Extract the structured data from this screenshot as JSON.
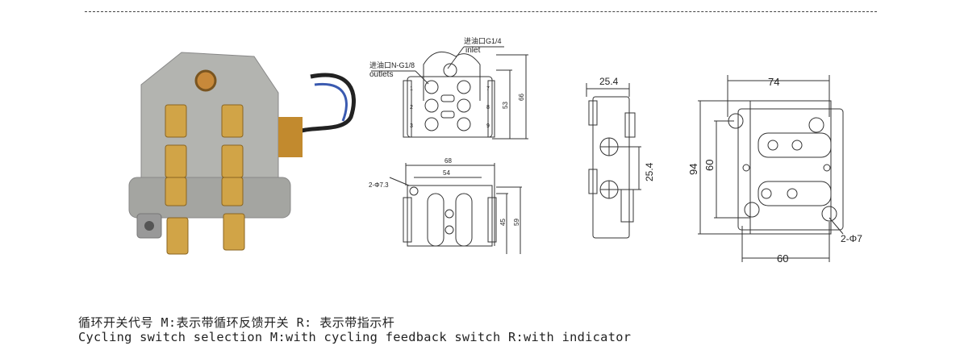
{
  "drawing_a": {
    "inlet_cn": "进油口G1/4",
    "inlet_en": "inlet",
    "outlet_cn": "进油口N-G1/8",
    "outlet_en": "outlets",
    "ports": [
      "1",
      "2",
      "3",
      "7",
      "8",
      "9"
    ],
    "dim_height_inner": "53",
    "dim_height_outer": "66",
    "dim_width_outer": "68",
    "dim_width_inner": "54",
    "hole_spec": "2-Φ7.3",
    "dim_h2_inner": "45",
    "dim_h2_outer": "59"
  },
  "drawing_b": {
    "dim_width": "25.4",
    "dim_pitch": "25.4"
  },
  "drawing_c": {
    "dim_width_top": "74",
    "dim_height_outer": "94",
    "dim_height_inner": "60",
    "dim_width_bottom": "60",
    "hole_spec": "2-Φ7"
  },
  "caption": {
    "chinese": "循环开关代号  M:表示带循环反馈开关  R: 表示带指示杆",
    "english": "Cycling switch selection M:with cycling feedback switch R:with indicator"
  },
  "colors": {
    "brass": "#c89a3a",
    "metal": "#a9aaa6",
    "line": "#333333"
  }
}
